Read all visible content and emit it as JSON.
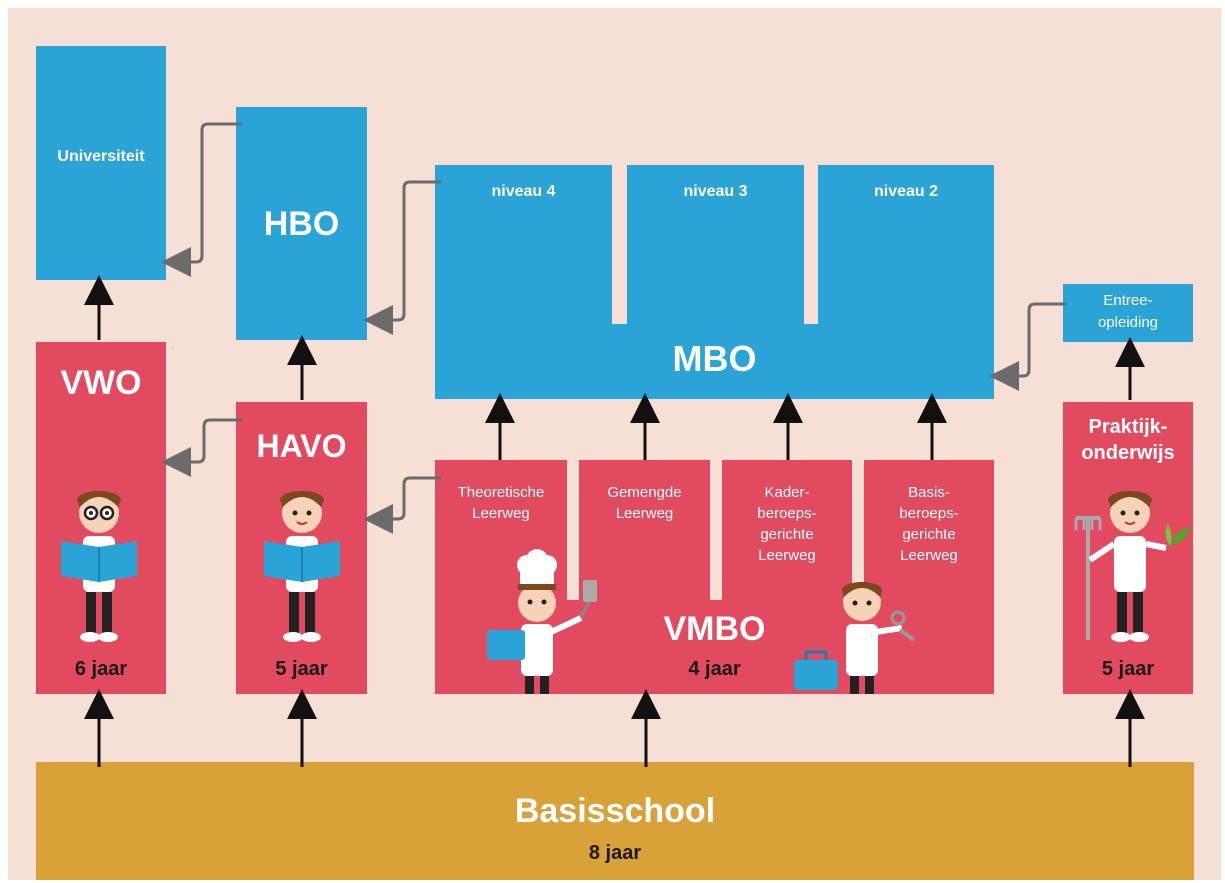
{
  "blocks": {
    "universiteit": "Universiteit",
    "hbo": "HBO",
    "mbo": "MBO",
    "niveau4": "niveau 4",
    "niveau3": "niveau 3",
    "niveau2": "niveau 2",
    "entree_line1": "Entree-",
    "entree_line2": "opleiding",
    "vwo": "VWO",
    "vwo_years": "6 jaar",
    "havo": "HAVO",
    "havo_years": "5 jaar",
    "vmbo": "VMBO",
    "vmbo_years": "4 jaar",
    "theoretische_line1": "Theoretische",
    "theoretische_line2": "Leerweg",
    "gemengde_line1": "Gemengde",
    "gemengde_line2": "Leerweg",
    "kader_line1": "Kader-",
    "kader_line2": "beroeps-",
    "kader_line3": "gerichte",
    "kader_line4": "Leerweg",
    "basis_line1": "Basis-",
    "basis_line2": "beroeps-",
    "basis_line3": "gerichte",
    "basis_line4": "Leerweg",
    "praktijk_line1": "Praktijk-",
    "praktijk_line2": "onderwijs",
    "praktijk_years": "5 jaar",
    "basisschool": "Basisschool",
    "basisschool_years": "8 jaar"
  },
  "colors": {
    "background": "#f6e0d6",
    "blue": "#2aa3d6",
    "red": "#e24a5f",
    "ochre": "#d9a238",
    "arrow_black": "#111111",
    "arrow_gray": "#6b6b6b"
  },
  "icons": [
    "student-reading-glasses-icon",
    "student-reading-icon",
    "chef-student-icon",
    "technician-student-icon",
    "gardener-student-icon"
  ]
}
